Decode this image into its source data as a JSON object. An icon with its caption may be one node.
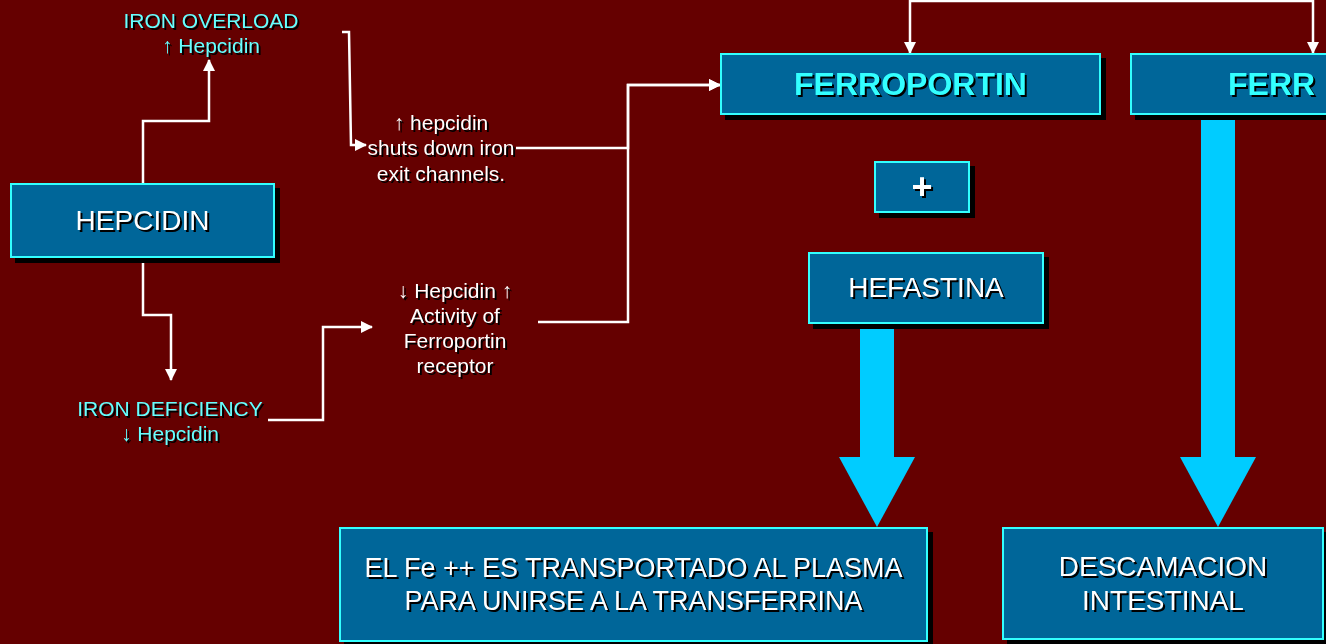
{
  "diagram": {
    "nodes": [
      {
        "text": [
          "IRON OVERLOAD",
          "↑ Hepcidin"
        ]
      },
      {
        "text": [
          "HEPCIDIN"
        ]
      },
      {
        "text": [
          "↑ hepcidin shuts down iron exit channels."
        ]
      },
      {
        "text": [
          "IRON DEFICIENCY",
          "↓ Hepcidin"
        ]
      },
      {
        "text": [
          "↓ Hepcidin ↑ Activity of Ferroportin receptor"
        ]
      },
      {
        "text": [
          "FERROPORTIN"
        ]
      },
      {
        "text": [
          "FERR"
        ]
      },
      {
        "text": [
          "+"
        ]
      },
      {
        "text": [
          "HEFASTINA"
        ]
      },
      {
        "text": [
          "EL Fe ++ ES TRANSPORTADO AL PLASMA PARA UNIRSE A LA TRANSFERRINA"
        ]
      },
      {
        "text": [
          "DESCAMACION INTESTINAL"
        ]
      }
    ],
    "edges": [
      {
        "from": 1,
        "to": 0,
        "arrow": "to"
      },
      {
        "from": 0,
        "to": 2,
        "arrow": "to"
      },
      {
        "from": 1,
        "to": 3,
        "arrow": "to"
      },
      {
        "from": 3,
        "to": 4,
        "arrow": "to"
      },
      {
        "from": 2,
        "to": 5,
        "arrow": "to"
      },
      {
        "from": 4,
        "to": 5,
        "arrow": "to"
      },
      {
        "from": null,
        "to": 5,
        "arrow": "to"
      },
      {
        "from": null,
        "to": 6,
        "arrow": "to"
      },
      {
        "from": 8,
        "to": 9,
        "arrow": "to",
        "style": "thick",
        "color": "#00ccff"
      },
      {
        "from": 6,
        "to": 10,
        "arrow": "to",
        "style": "thick",
        "color": "#00ccff"
      }
    ]
  }
}
